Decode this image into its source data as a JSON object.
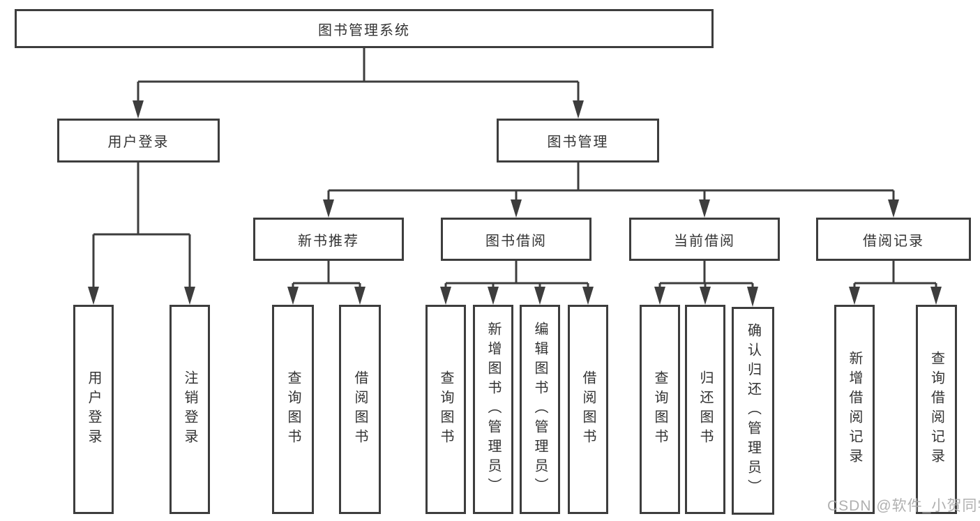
{
  "diagram": {
    "root": "图书管理系统",
    "level2": {
      "user_login": "用户登录",
      "book_mgmt": "图书管理"
    },
    "level3": {
      "new_books": "新书推荐",
      "borrowing": "图书借阅",
      "current": "当前借阅",
      "records": "借阅记录"
    },
    "leaves": {
      "user_login": [
        "用户登录",
        "注销登录"
      ],
      "new_books": [
        "查询图书",
        "借阅图书"
      ],
      "borrowing": [
        "查询图书",
        "新增图书（管理员）",
        "编辑图书（管理员）",
        "借阅图书"
      ],
      "current": [
        "查询图书",
        "归还图书",
        "确认归还（管理员）"
      ],
      "records": [
        "新增借阅记录",
        "查询借阅记录"
      ]
    }
  },
  "watermark": "CSDN @软件_小贺同学",
  "colors": {
    "line": "#3d3d3d",
    "text": "#333333",
    "background": "#ffffff",
    "watermark": "#aaaaaa"
  }
}
